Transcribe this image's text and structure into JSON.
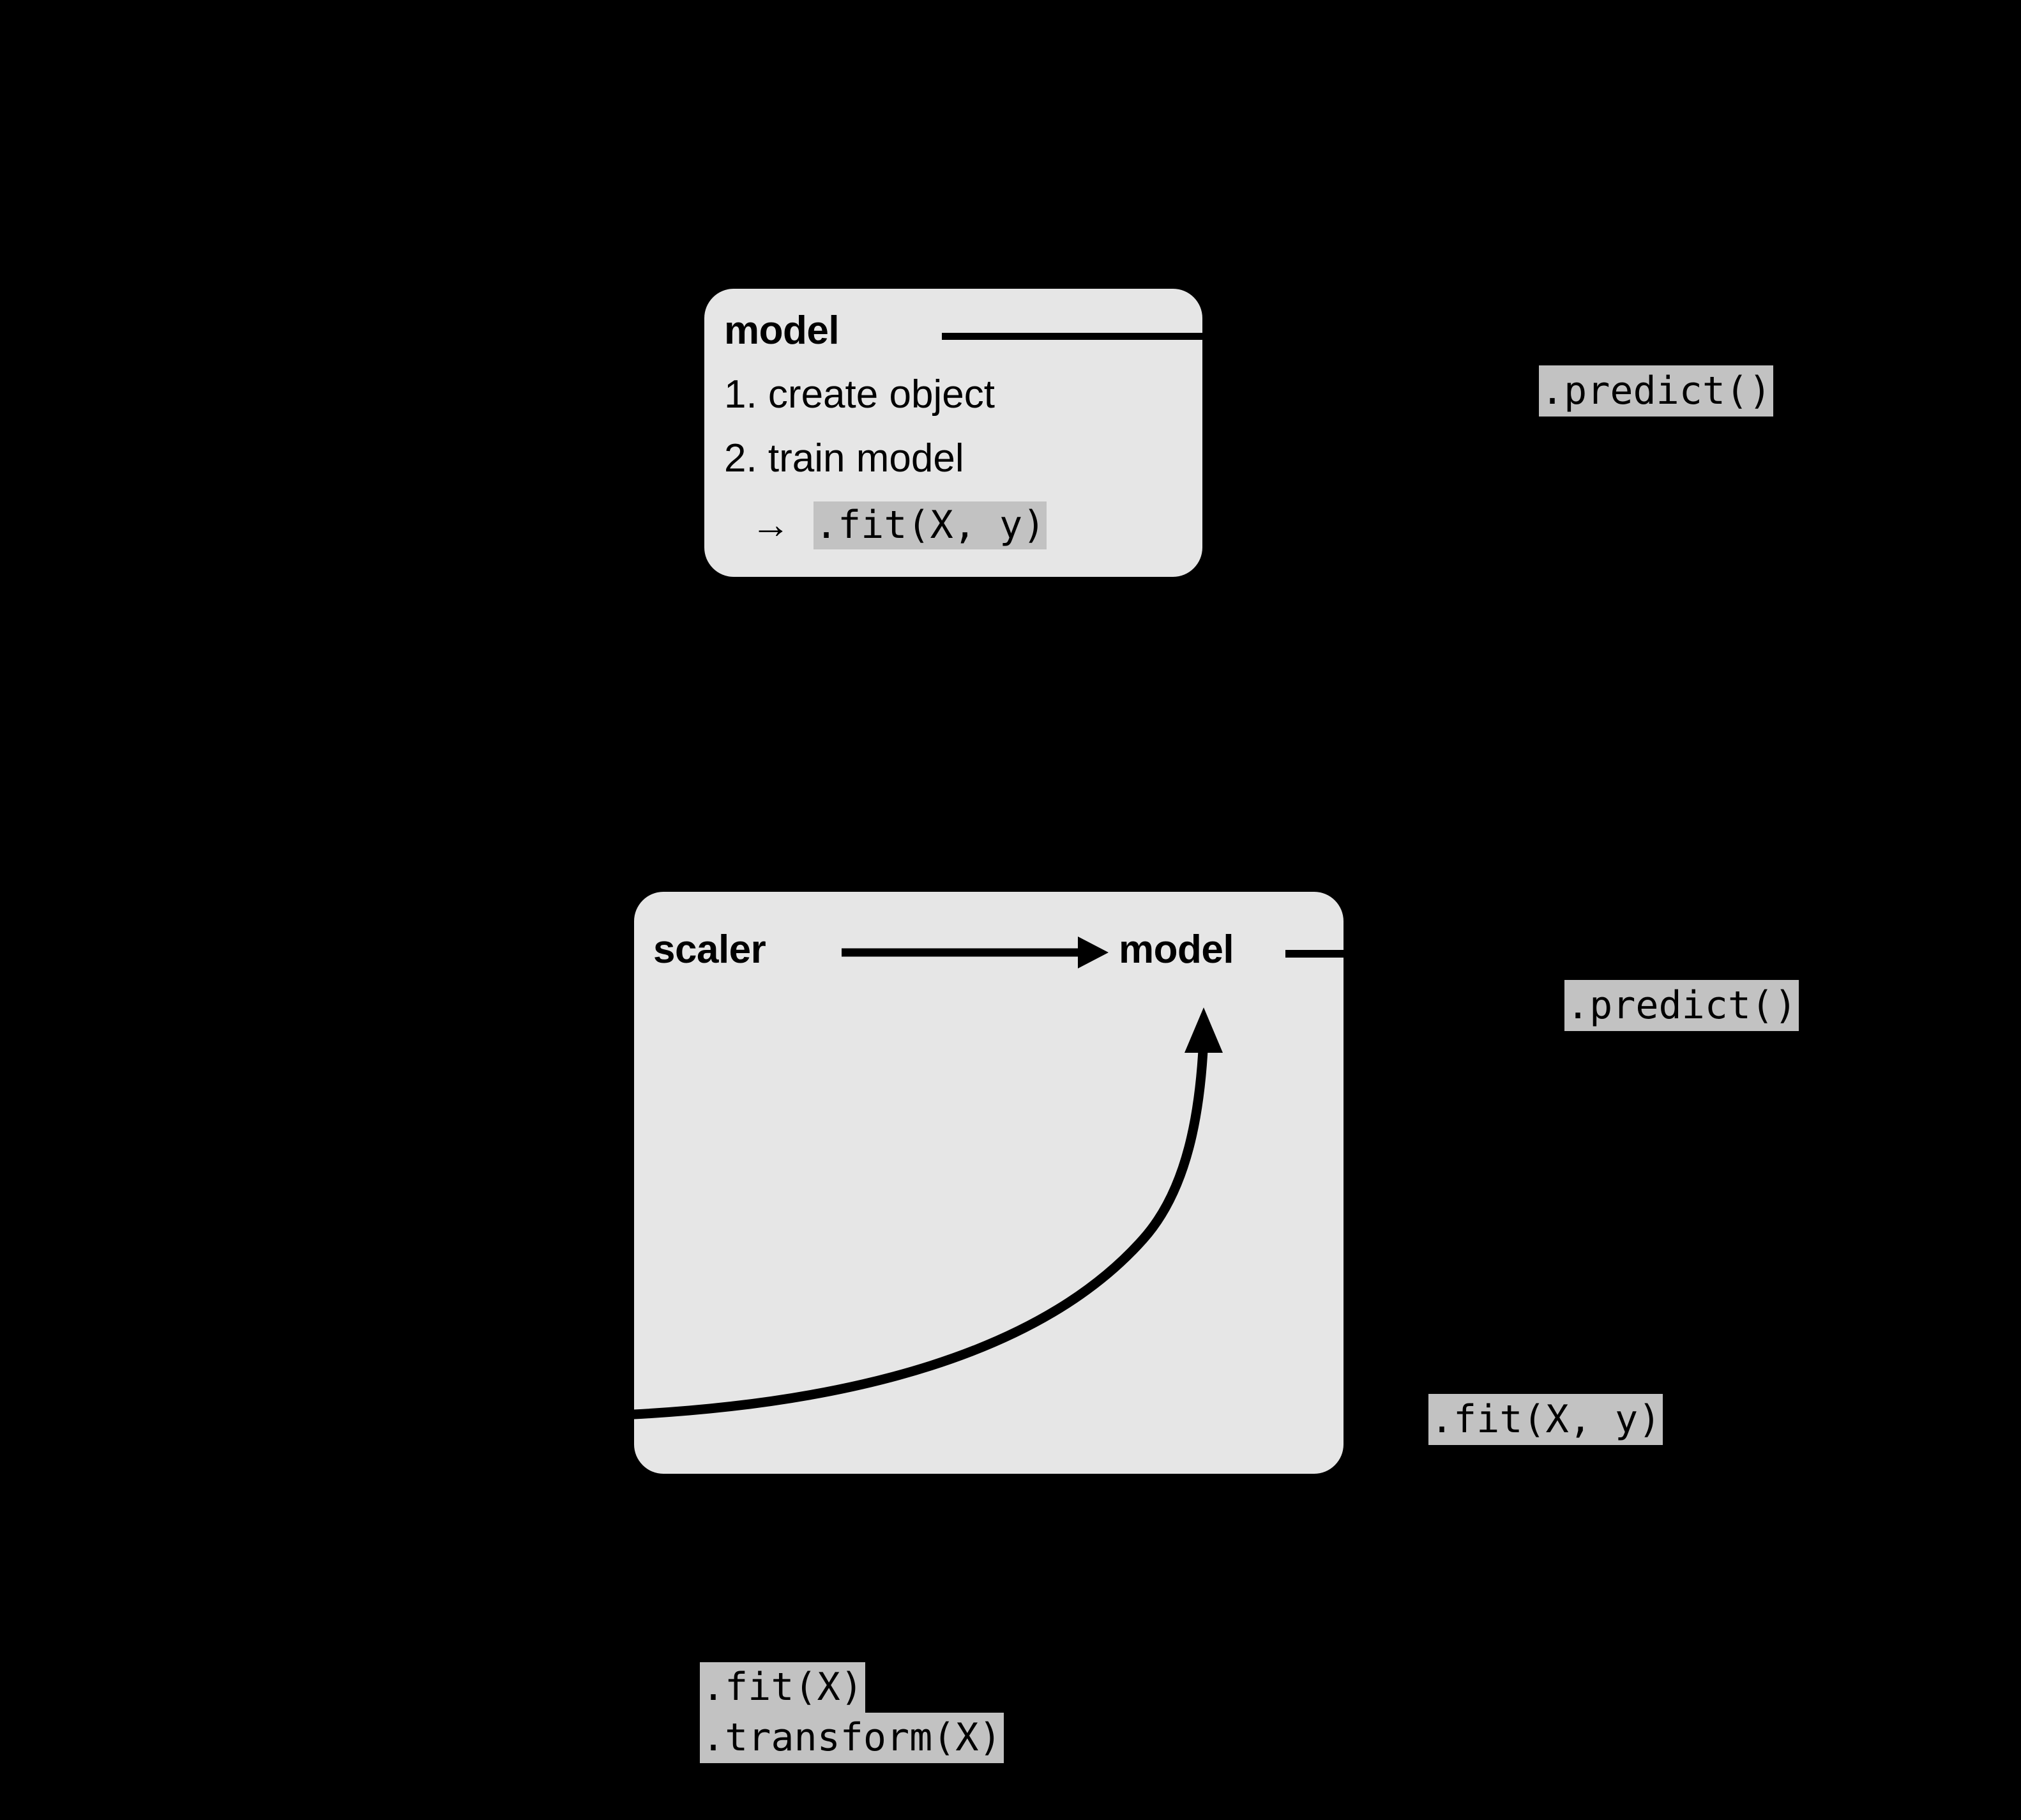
{
  "canvas": {
    "background_color": "#000000",
    "panel_color": "#e6e6e6",
    "code_highlight_color": "#c2c2c2",
    "ink_color": "#000000"
  },
  "model_panel": {
    "title": "model",
    "step_1": "1. create object",
    "step_2": "2. train model",
    "arrow_glyph": "→",
    "fit_call": ".fit(X, y)"
  },
  "pipeline_panel": {
    "stage_1": "scaler",
    "stage_2": "model",
    "arrow_icon": "right-arrow"
  },
  "labels": {
    "predict_top": ".predict()",
    "predict_middle": ".predict()",
    "fit_xy": ".fit(X, y)",
    "fit_x": ".fit(X)",
    "transform_x": ".transform(X)"
  }
}
